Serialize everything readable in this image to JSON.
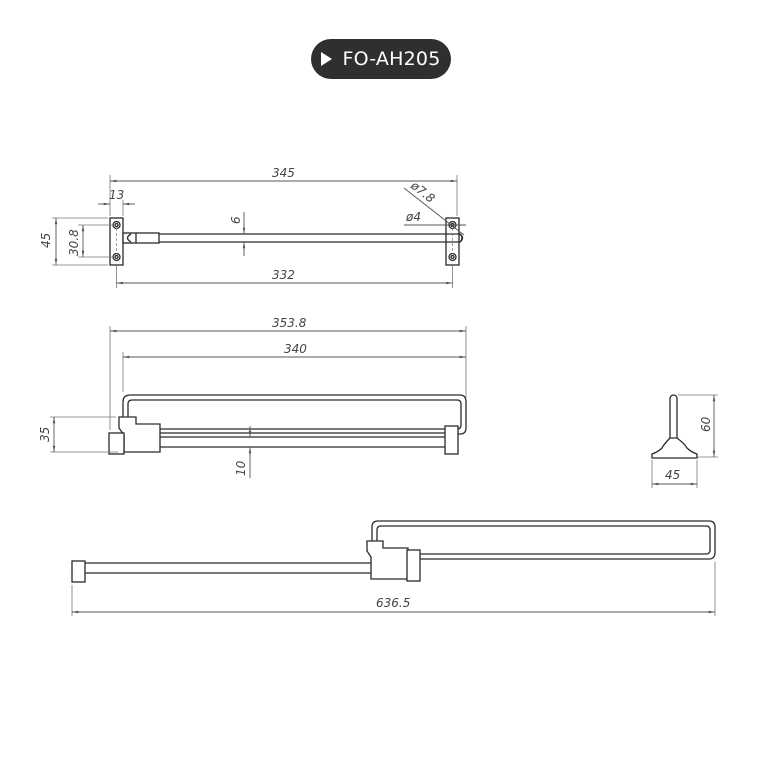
{
  "header": {
    "model_badge": "FO-AH205",
    "badge_icon": "play-triangle-icon",
    "badge_color": "#2f2f2f",
    "text_color": "#ffffff"
  },
  "top_view": {
    "dims": {
      "overall_length": "345",
      "mount_width": "13",
      "mount_height": "45",
      "hole_spacing": "30.8",
      "rod_thickness": "6",
      "outer_hole_diameter": "ø7.8",
      "inner_hole_diameter": "ø4",
      "rod_length": "332"
    }
  },
  "side_view": {
    "dims": {
      "overall_length": "353.8",
      "frame_length": "340",
      "height": "35",
      "rail_height": "10"
    }
  },
  "end_view": {
    "dims": {
      "height": "60",
      "width": "45"
    }
  },
  "extended_view": {
    "dims": {
      "extended_length": "636.5"
    }
  },
  "colors": {
    "line": "#2a2a2a",
    "dimension": "#555555",
    "background": "#ffffff"
  }
}
